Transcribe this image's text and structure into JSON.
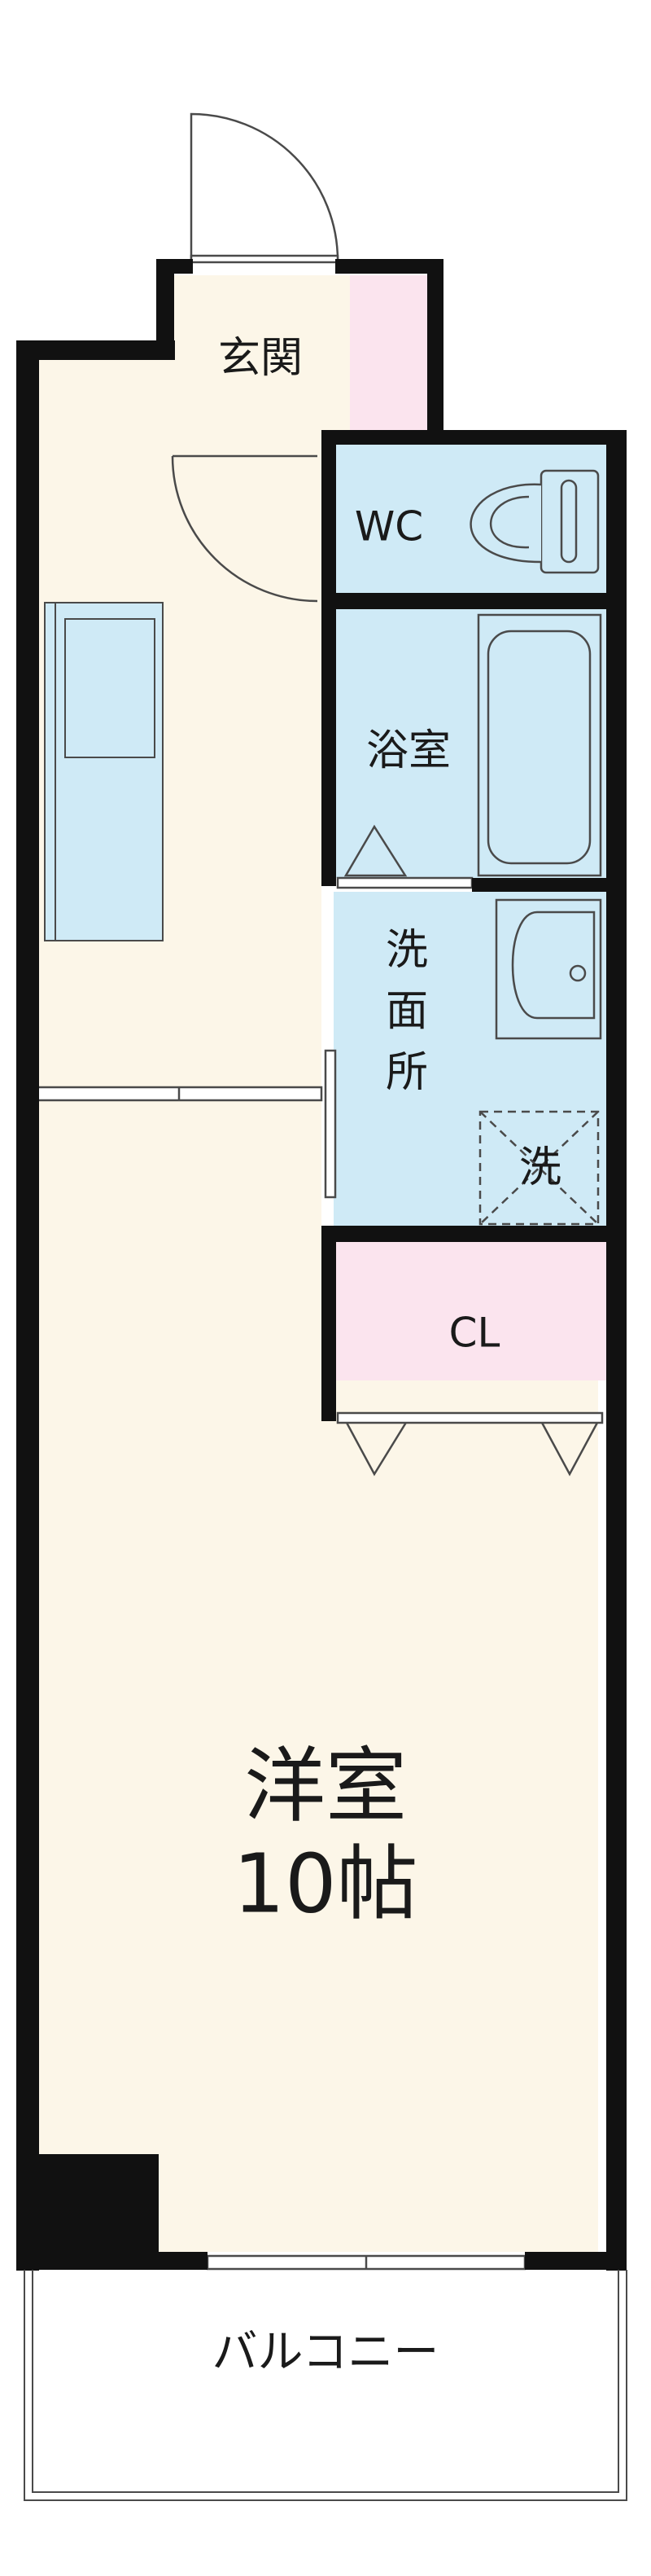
{
  "rooms": {
    "entrance": "玄関",
    "wc": "WC",
    "bath": "浴室",
    "washroom": "洗面所",
    "washer": "洗",
    "closet": "CL",
    "western_room": "洋室",
    "western_room_size": "10帖",
    "balcony": "バルコニー"
  },
  "colors": {
    "wall": "#111111",
    "floor_main": "#fcf6e8",
    "wet_area": "#cfeaf6",
    "storage": "#fbe4ee",
    "fixture_line": "#4a4a4a",
    "background": "#ffffff"
  }
}
